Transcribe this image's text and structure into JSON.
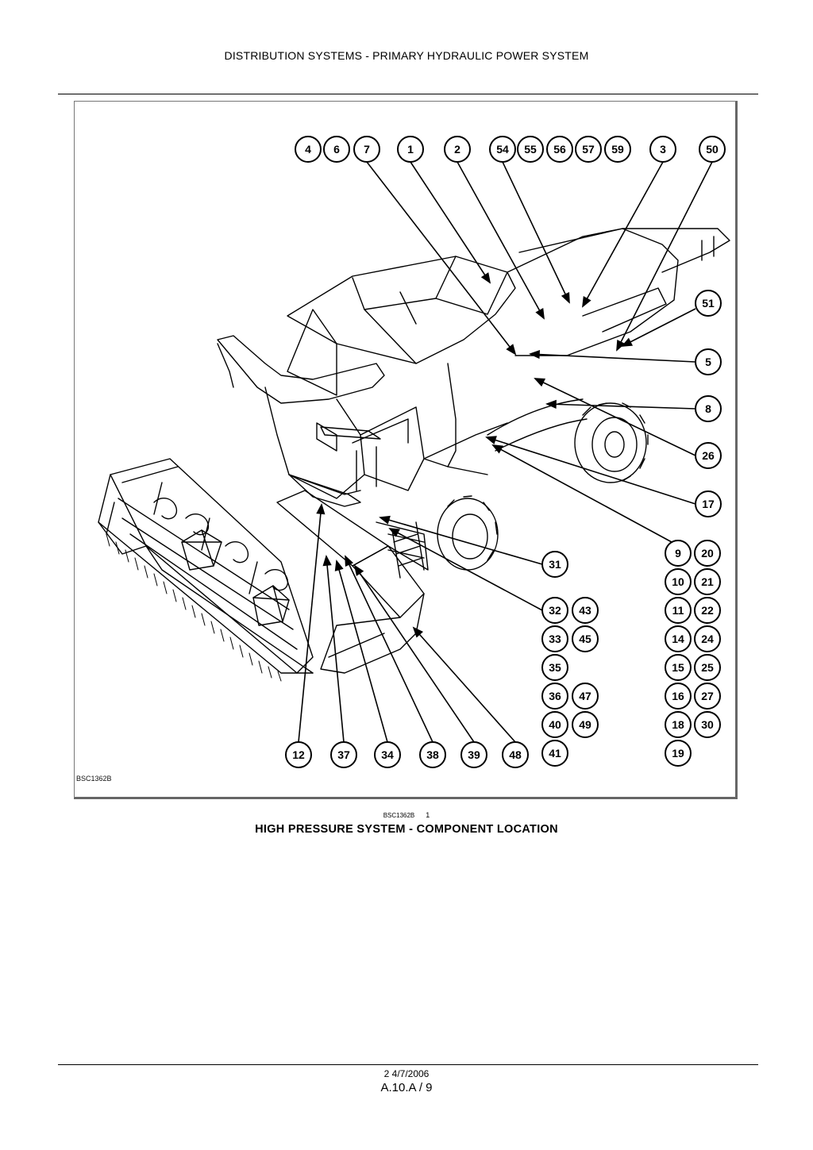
{
  "header": {
    "title": "DISTRIBUTION SYSTEMS - PRIMARY HYDRAULIC POWER SYSTEM"
  },
  "figure": {
    "code_inner": "BSC1362B",
    "callouts": {
      "c4": "4",
      "c6": "6",
      "c7": "7",
      "c1": "1",
      "c2": "2",
      "c54": "54",
      "c55": "55",
      "c56": "56",
      "c57": "57",
      "c59": "59",
      "c3": "3",
      "c50": "50",
      "c51": "51",
      "c5": "5",
      "c8": "8",
      "c26": "26",
      "c17": "17",
      "c9": "9",
      "c20": "20",
      "c10": "10",
      "c21": "21",
      "c11": "11",
      "c22": "22",
      "c14": "14",
      "c24": "24",
      "c15": "15",
      "c25": "25",
      "c16": "16",
      "c27": "27",
      "c18": "18",
      "c30": "30",
      "c19": "19",
      "c31": "31",
      "c32": "32",
      "c43": "43",
      "c33": "33",
      "c45": "45",
      "c35": "35",
      "c36": "36",
      "c47": "47",
      "c40": "40",
      "c49": "49",
      "c41": "41",
      "c12": "12",
      "c37": "37",
      "c34": "34",
      "c38": "38",
      "c39": "39",
      "c48": "48"
    }
  },
  "caption": {
    "code": "BSC1362B",
    "number": "1",
    "title": "HIGH PRESSURE SYSTEM - COMPONENT LOCATION"
  },
  "footer": {
    "date_line": "2 4/7/2006",
    "page_ref": "A.10.A / 9"
  },
  "colors": {
    "line": "#000000",
    "paper": "#ffffff",
    "frame": "#666666"
  }
}
